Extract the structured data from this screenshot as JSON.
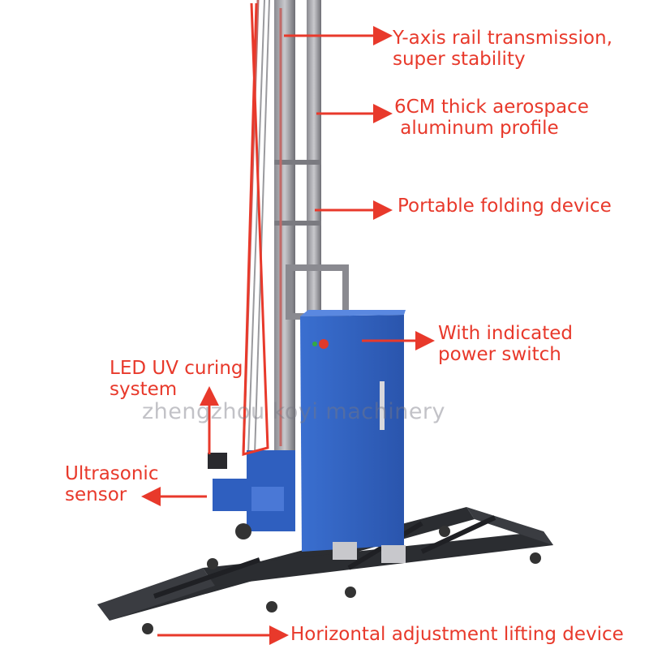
{
  "annotations": [
    {
      "lines": [
        "Y-axis rail transmission,",
        "super stability"
      ]
    },
    {
      "lines": [
        "6CM thick aerospace",
        " aluminum profile"
      ]
    },
    {
      "lines": [
        "Portable folding device"
      ]
    },
    {
      "lines": [
        "With indicated",
        "power switch"
      ]
    },
    {
      "lines": [
        "LED UV curing",
        "system"
      ]
    },
    {
      "lines": [
        "Ultrasonic",
        "sensor"
      ]
    },
    {
      "lines": [
        "Horizontal adjustment lifting device"
      ]
    }
  ],
  "watermark": "zhengzhou koyi machinery",
  "colors": {
    "annotation": "#e8392b",
    "cabinet": "#2f5fbf",
    "frame": "#5a5a5e",
    "rail": "#2b2d31",
    "background": "#ffffff"
  }
}
